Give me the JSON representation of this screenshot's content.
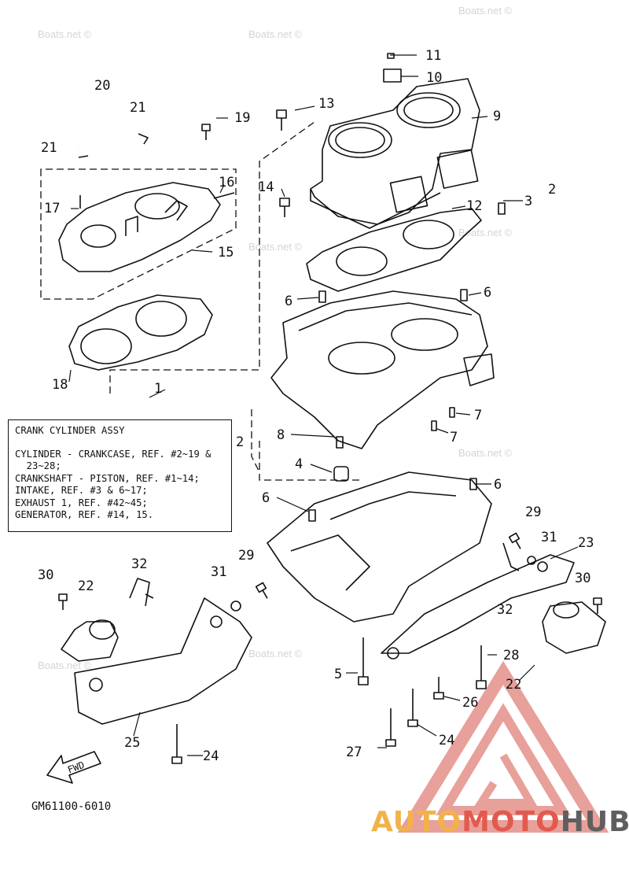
{
  "watermark": "Boats.net ©",
  "callouts": [
    "1",
    "2",
    "2",
    "3",
    "4",
    "5",
    "6",
    "6",
    "6",
    "6",
    "7",
    "7",
    "8",
    "9",
    "10",
    "11",
    "12",
    "13",
    "14",
    "15",
    "16",
    "17",
    "18",
    "19",
    "20",
    "21",
    "21",
    "22",
    "22",
    "23",
    "24",
    "24",
    "25",
    "26",
    "27",
    "28",
    "29",
    "29",
    "30",
    "30",
    "31",
    "31",
    "32",
    "32"
  ],
  "legend": {
    "title": "CRANK CYLINDER ASSY",
    "lines": [
      "CYLINDER - CRANKCASE, REF. #2~19 &",
      "  23~28;",
      "CRANKSHAFT - PISTON, REF. #1~14;",
      "INTAKE, REF. #3 & 6~17;",
      "EXHAUST 1, REF. #42~45;",
      "GENERATOR, REF. #14, 15."
    ]
  },
  "fwd_label": "FWD",
  "diagram_code": "GM61100-6010",
  "brand": {
    "part1": "AUTO",
    "part2": "MOTO",
    "part3": "HUB"
  },
  "colors": {
    "logo_triangle": "#e8a09a",
    "auto": "#f2b24a",
    "moto": "#e25a4e",
    "hub": "#5f5f5f"
  }
}
